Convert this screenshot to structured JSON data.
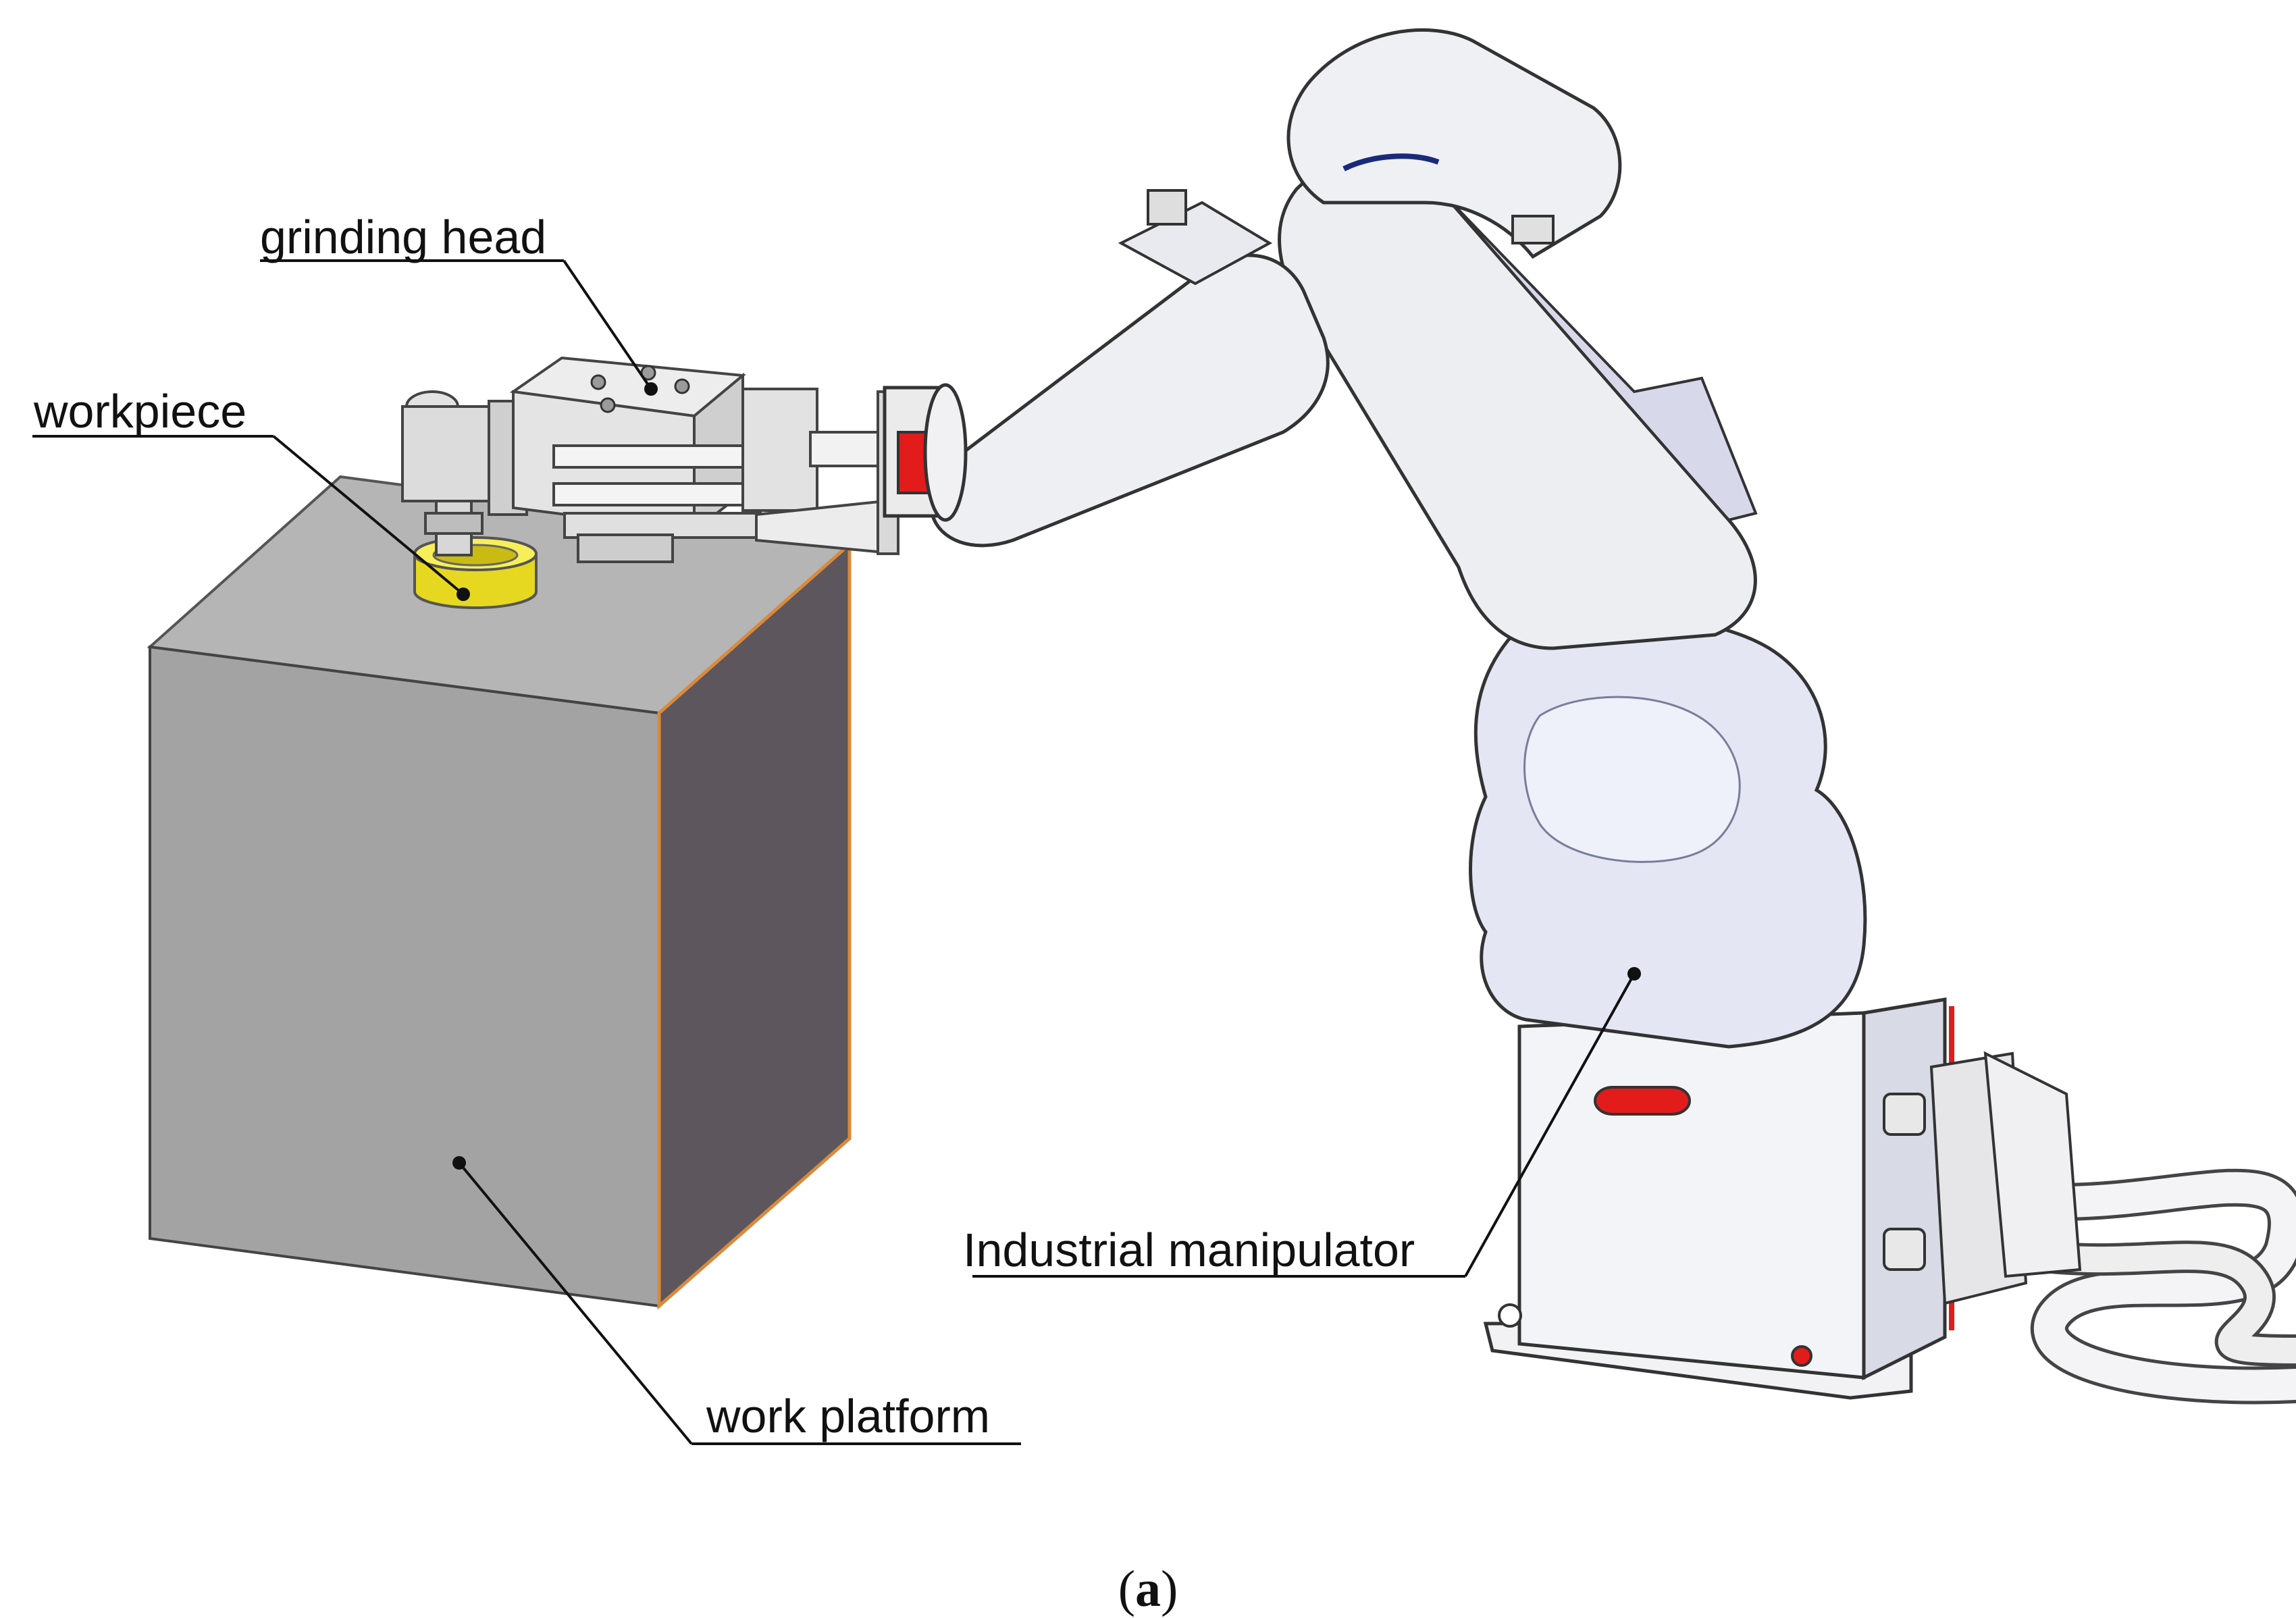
{
  "labels": {
    "grinding_head": "grinding head",
    "workpiece": "workpiece",
    "industrial_manipulator": "Industrial manipulator",
    "work_platform": "work platform"
  },
  "caption": {
    "open": "(",
    "letter": "a",
    "close": ")"
  },
  "colors": {
    "background": "#ffffff",
    "platform_front": "#a3a3a3",
    "platform_top": "#b5b5b5",
    "platform_side": "#5d565c",
    "platform_edge": "#d98a3c",
    "robot_body": "#eceff7",
    "robot_shadow": "#c9cde2",
    "robot_outline": "#333333",
    "workpiece_yellow": "#f2e72a",
    "accent_red": "#e21b1b",
    "leader_line": "#111111"
  }
}
